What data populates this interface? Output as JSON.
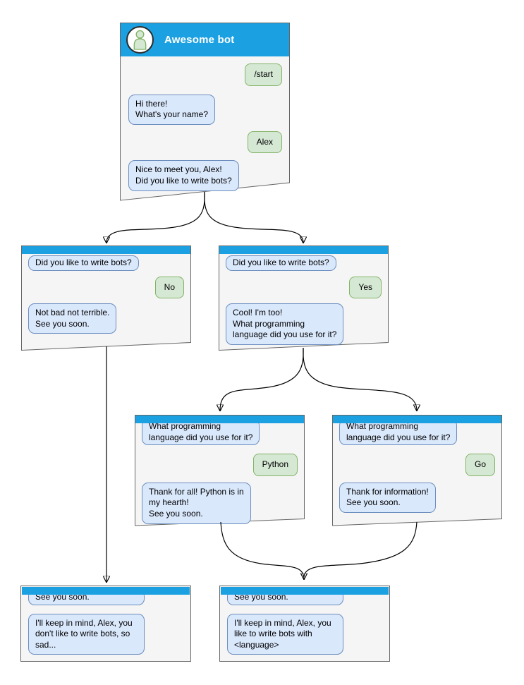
{
  "colors": {
    "titlebar_blue": "#1ba1e2",
    "window_bg": "#f5f5f5",
    "window_border": "#666666",
    "bot_bubble_bg": "#dae8fc",
    "bot_bubble_border": "#6c8ebf",
    "user_bubble_bg": "#d5e8d4",
    "user_bubble_border": "#82b366"
  },
  "flow": {
    "start": {
      "title": "Awesome bot",
      "avatar_icon": "person-icon",
      "messages": [
        {
          "from": "user",
          "text": "/start"
        },
        {
          "from": "bot",
          "text": "Hi there!\nWhat's your name?"
        },
        {
          "from": "user",
          "text": "Alex"
        },
        {
          "from": "bot",
          "text": "Nice to meet you, Alex!\nDid you like to write bots?"
        }
      ]
    },
    "branch_no": {
      "messages": [
        {
          "from": "bot",
          "text": "Did you like to write bots?"
        },
        {
          "from": "user",
          "text": "No"
        },
        {
          "from": "bot",
          "text": "Not bad not terrible.\nSee you soon."
        }
      ]
    },
    "branch_yes": {
      "messages": [
        {
          "from": "bot",
          "text": "Did you like to write bots?"
        },
        {
          "from": "user",
          "text": "Yes"
        },
        {
          "from": "bot",
          "text": "Cool! I'm too!\nWhat programming\nlanguage did you use for it?"
        }
      ]
    },
    "branch_python": {
      "messages": [
        {
          "from": "bot",
          "text": "What programming\nlanguage did you use for it?"
        },
        {
          "from": "user",
          "text": "Python"
        },
        {
          "from": "bot",
          "text": "Thank for all! Python is in\nmy hearth!\nSee you soon."
        }
      ]
    },
    "branch_go": {
      "messages": [
        {
          "from": "bot",
          "text": "What programming\nlanguage did you use for it?"
        },
        {
          "from": "user",
          "text": "Go"
        },
        {
          "from": "bot",
          "text": "Thank for information!\nSee you soon."
        }
      ]
    },
    "end_no": {
      "messages": [
        {
          "from": "bot",
          "text": "See you soon."
        },
        {
          "from": "bot",
          "text": "I'll keep in mind, Alex, you\ndon't like to write bots, so\nsad..."
        }
      ]
    },
    "end_yes": {
      "messages": [
        {
          "from": "bot",
          "text": "See you soon."
        },
        {
          "from": "bot",
          "text": "I'll keep in mind, Alex, you\nlike to write bots with\n<language>"
        }
      ]
    }
  }
}
